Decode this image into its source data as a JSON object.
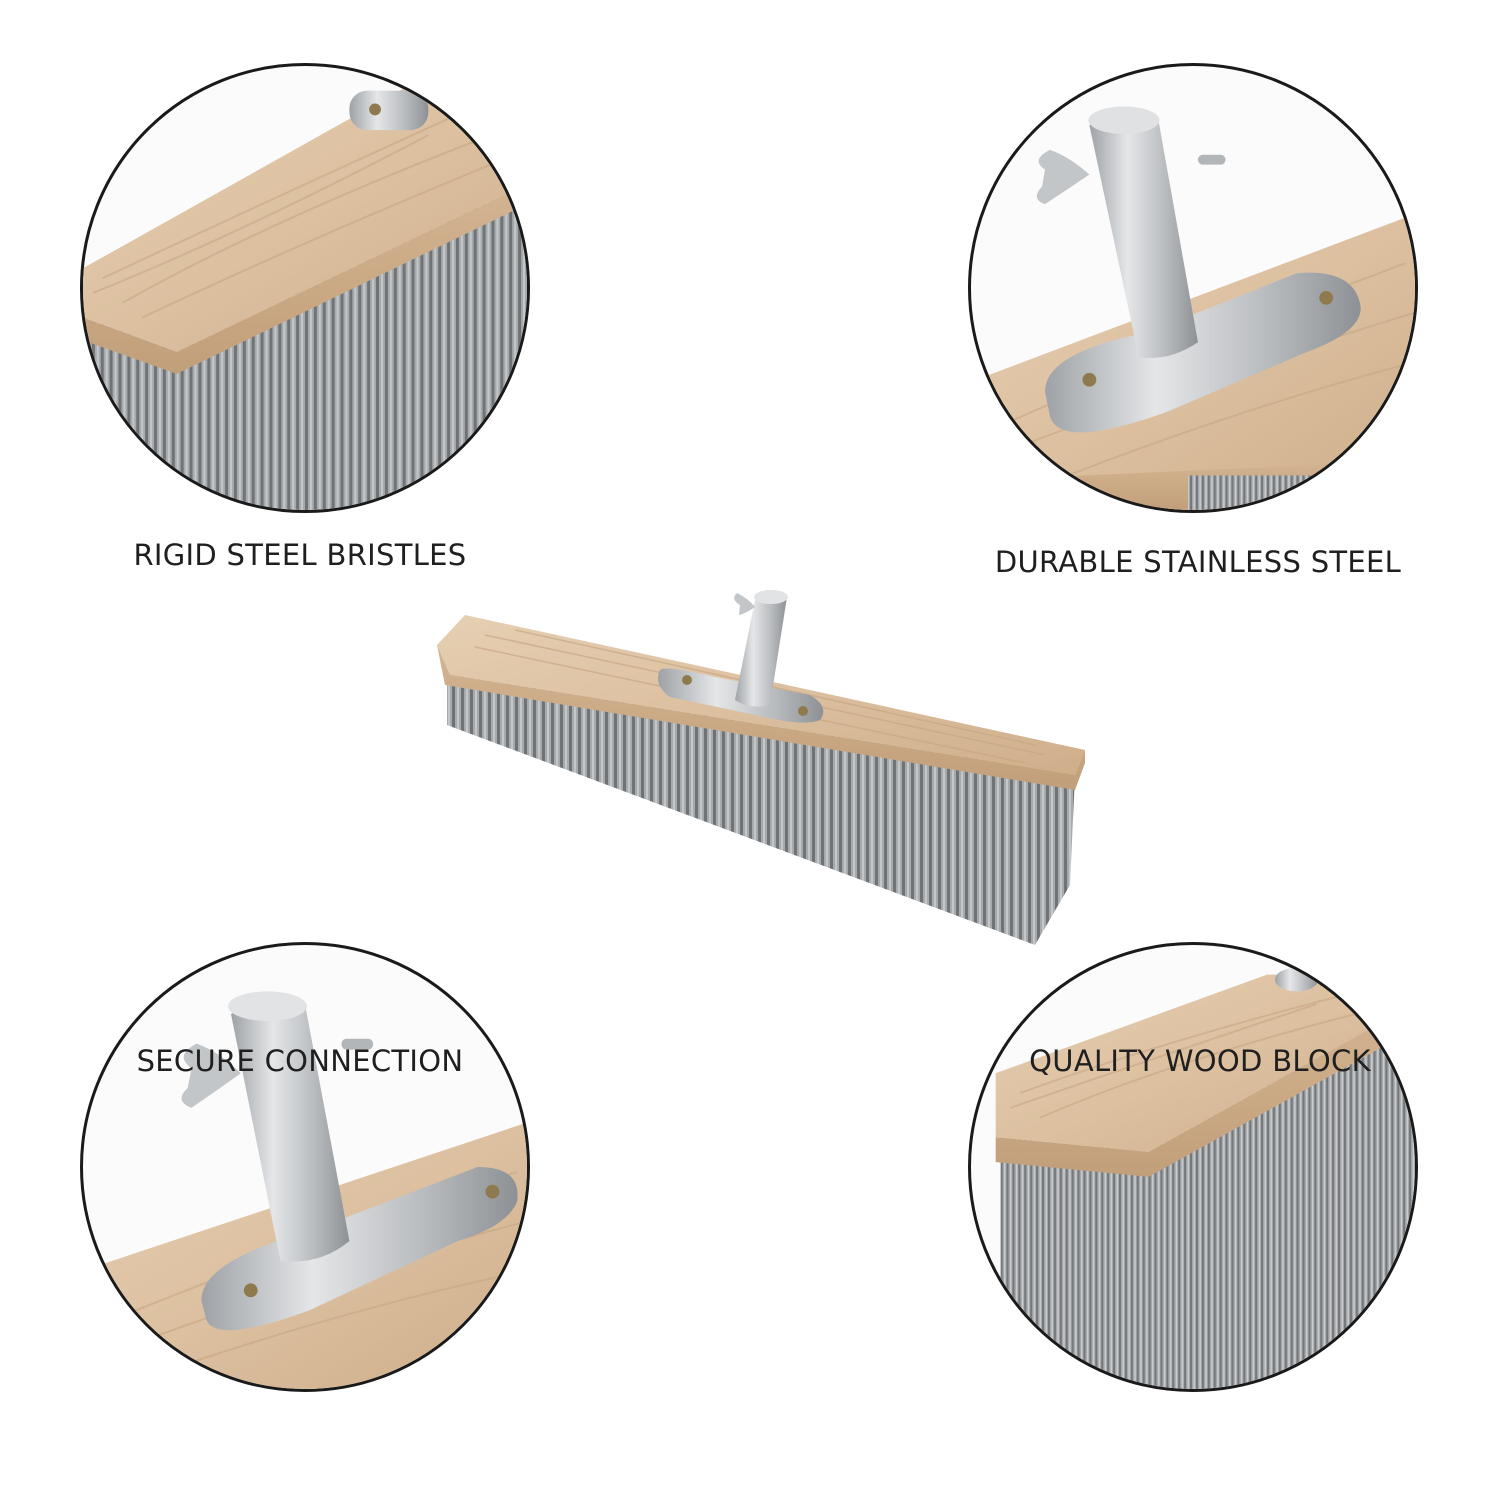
{
  "features": [
    {
      "caption": "RIGID STEEL BRISTLES",
      "icon": "bristles-closeup"
    },
    {
      "caption": "DURABLE STAINLESS STEEL",
      "icon": "bracket-closeup"
    },
    {
      "caption": "SECURE CONNECTION",
      "icon": "bracket-closeup"
    },
    {
      "caption": "QUALITY WOOD BLOCK",
      "icon": "wood-block-closeup"
    }
  ],
  "colors": {
    "wood": "#dcc0a0",
    "wood_dark": "#c9a882",
    "bristle": "#8f9396",
    "metal": "#c2c5c8",
    "outline": "#1a1a1a"
  }
}
